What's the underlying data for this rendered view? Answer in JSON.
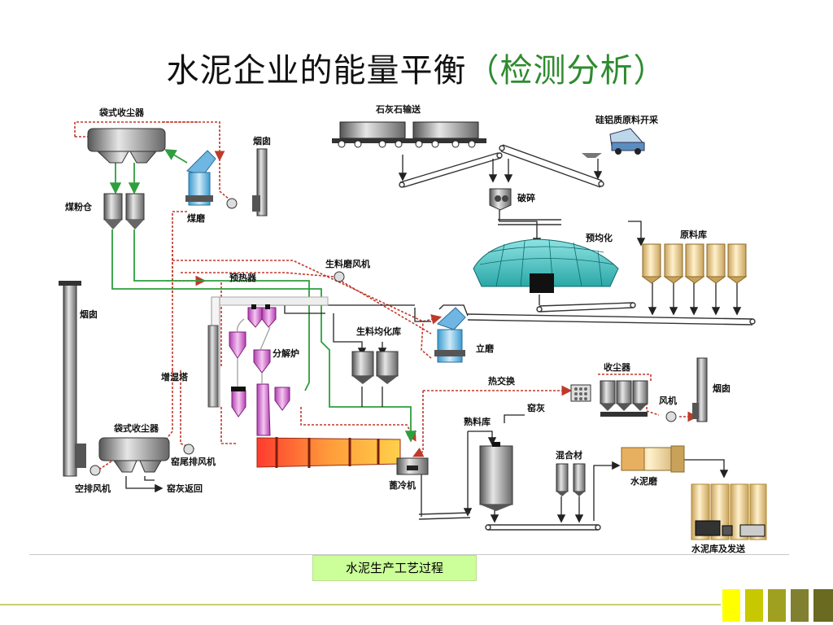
{
  "title": {
    "main": "水泥企业的能量平衡",
    "sub": "（检测分析）"
  },
  "labels": {
    "bag_dust_top": "袋式收尘器",
    "chimney_top": "烟囱",
    "coal_bin": "煤粉仓",
    "coal_mill": "煤磨",
    "chimney_left": "烟囱",
    "limestone_convey": "石灰石输送",
    "silica_mining": "硅铝质原料开采",
    "crusher": "破碎",
    "pre_homog": "预均化",
    "raw_store": "原料库",
    "raw_mill_fan": "生料磨风机",
    "preheater": "预热器",
    "raw_homog": "生料均化库",
    "vertical_mill": "立磨",
    "calciner": "分解炉",
    "humid_tower": "增湿塔",
    "heat_exchange": "热交换",
    "dust_collector": "收尘器",
    "chimney_right": "烟囱",
    "fan": "风机",
    "kiln_ash": "窑灰",
    "clinker_store": "熟料库",
    "bag_dust_bottom": "袋式收尘器",
    "kiln_tail_fan": "窑尾排风机",
    "air_exhaust_fan": "空排风机",
    "kiln_ash_return": "窑灰返回",
    "grate_cooler": "蓖冷机",
    "admixture": "混合材",
    "cement_mill": "水泥磨",
    "cement_store": "水泥库及发送"
  },
  "caption": "水泥生产工艺过程",
  "colors": {
    "red_flow": "#c0392b",
    "green_flow": "#2e9e3e",
    "dark_flow": "#222222",
    "accent": "#2e8b2e"
  }
}
